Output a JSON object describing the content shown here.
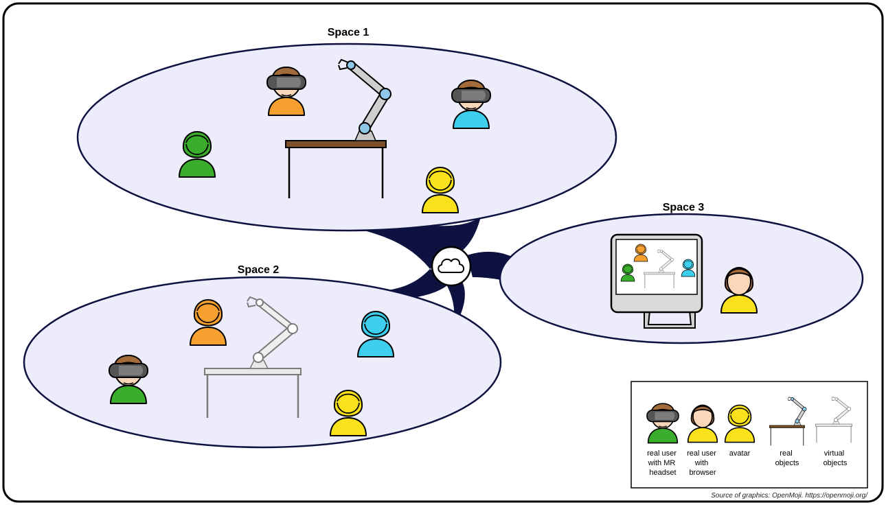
{
  "spaces": {
    "s1": {
      "title": "Space 1"
    },
    "s2": {
      "title": "Space 2"
    },
    "s3": {
      "title": "Space 3"
    }
  },
  "hub": {
    "icon": "cloud-icon"
  },
  "legend": {
    "items": [
      {
        "icon": "mr-headset-user-icon",
        "lines": [
          "real user",
          "with MR",
          "headset"
        ]
      },
      {
        "icon": "browser-user-icon",
        "lines": [
          "real user",
          "with",
          "browser"
        ]
      },
      {
        "icon": "avatar-icon",
        "lines": [
          "avatar"
        ]
      },
      {
        "icon": "real-objects-icon",
        "lines": [
          "real",
          "objects"
        ]
      },
      {
        "icon": "virtual-objects-icon",
        "lines": [
          "virtual",
          "objects"
        ]
      }
    ]
  },
  "credit": "Source of graphics: OpenMoji. https://openmoji.org/",
  "colors": {
    "space_fill": "#ececfa",
    "connector": "#0d1240",
    "green": "#3aad2c",
    "orange": "#f5a02f",
    "cyan": "#3fcfee",
    "yellow": "#f9e11b",
    "skin": "#fad7b8",
    "hair": "#a36b3c",
    "table_wood": "#7d5228",
    "robot_joint": "#8fc7e8"
  }
}
